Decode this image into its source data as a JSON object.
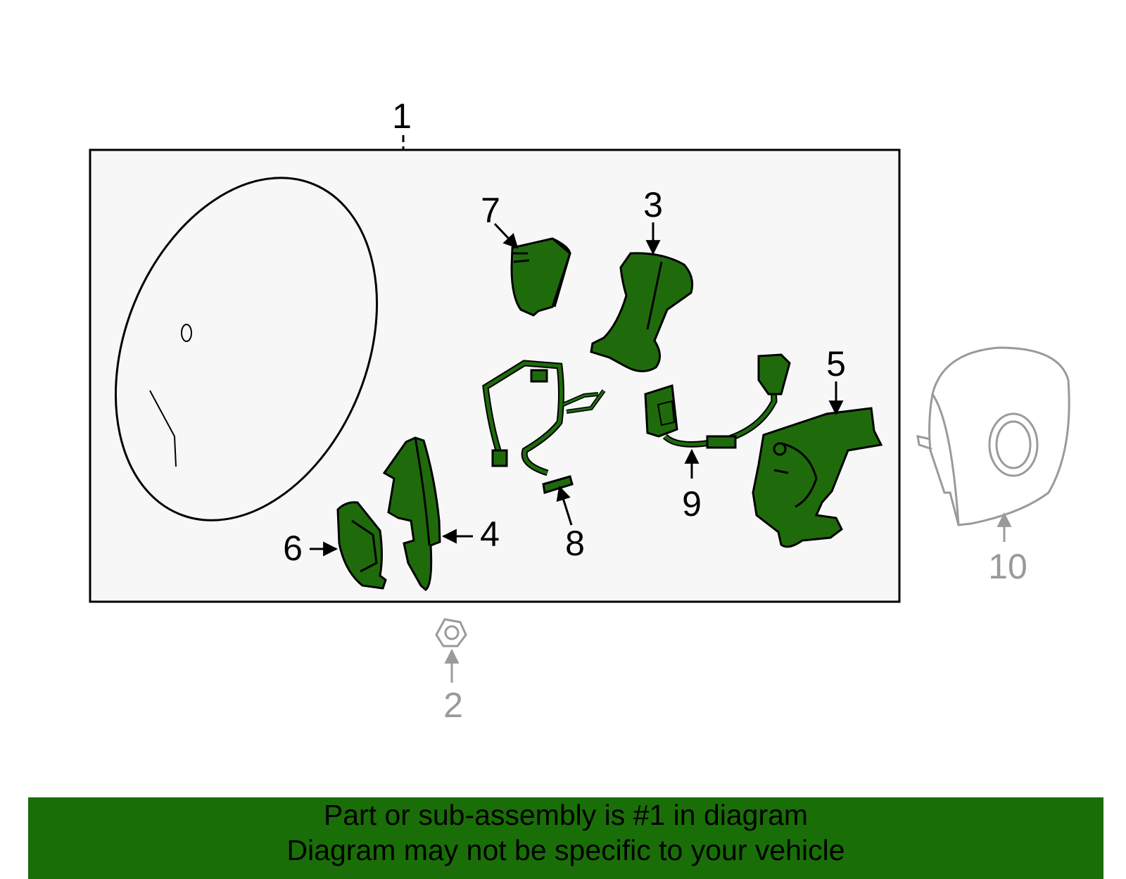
{
  "colors": {
    "part_fill": "#1f6b0c",
    "part_stroke": "#000000",
    "banner_bg": "#1a6e08",
    "banner_text": "#000000",
    "box_fill": "#f7f7f7",
    "secondary_gray": "#9a9a9a"
  },
  "callouts": {
    "c1": "1",
    "c2": "2",
    "c3": "3",
    "c4": "4",
    "c5": "5",
    "c6": "6",
    "c7": "7",
    "c8": "8",
    "c9": "9",
    "c10": "10"
  },
  "banner": {
    "line1": "Part or sub-assembly is #1 in diagram",
    "line2": "Diagram may not be specific to your vehicle"
  }
}
